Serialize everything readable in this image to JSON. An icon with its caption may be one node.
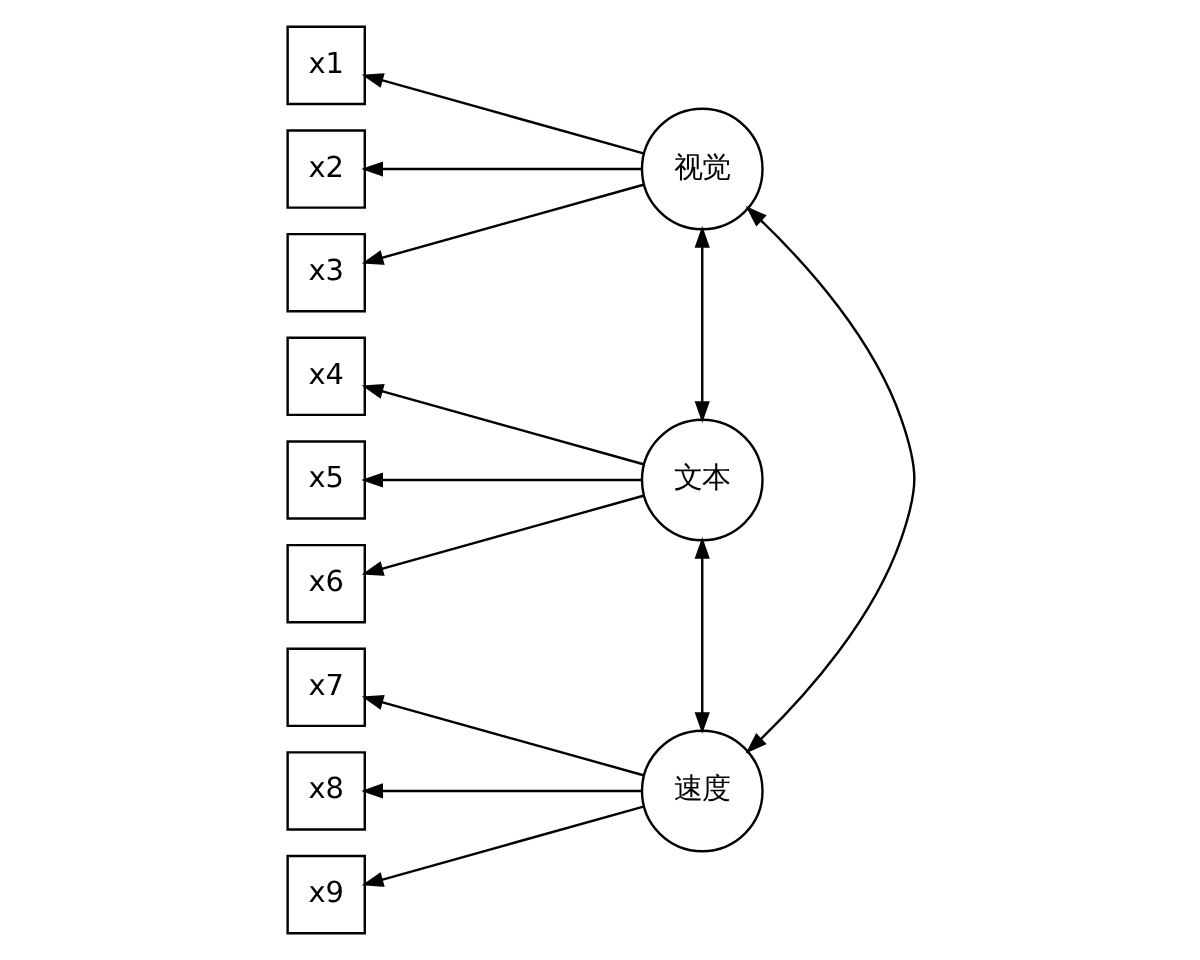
{
  "diagram": {
    "nodes": [
      {
        "text": [
          "x1"
        ]
      },
      {
        "text": [
          "x2"
        ]
      },
      {
        "text": [
          "x3"
        ]
      },
      {
        "text": [
          "x4"
        ]
      },
      {
        "text": [
          "x5"
        ]
      },
      {
        "text": [
          "x6"
        ]
      },
      {
        "text": [
          "x7"
        ]
      },
      {
        "text": [
          "x8"
        ]
      },
      {
        "text": [
          "x9"
        ]
      },
      {
        "text": [
          "视觉"
        ]
      },
      {
        "text": [
          "文本"
        ]
      },
      {
        "text": [
          "速度"
        ]
      }
    ],
    "edges": [
      {
        "from": 9,
        "to": 0,
        "arrow": "to"
      },
      {
        "from": 9,
        "to": 1,
        "arrow": "to"
      },
      {
        "from": 9,
        "to": 2,
        "arrow": "to"
      },
      {
        "from": 10,
        "to": 3,
        "arrow": "to"
      },
      {
        "from": 10,
        "to": 4,
        "arrow": "to"
      },
      {
        "from": 10,
        "to": 5,
        "arrow": "to"
      },
      {
        "from": 11,
        "to": 6,
        "arrow": "to"
      },
      {
        "from": 11,
        "to": 7,
        "arrow": "to"
      },
      {
        "from": 11,
        "to": 8,
        "arrow": "to"
      },
      {
        "from": 9,
        "to": 10,
        "arrow": "both"
      },
      {
        "from": 10,
        "to": 11,
        "arrow": "both"
      },
      {
        "from": 9,
        "to": 11,
        "arrow": "both"
      }
    ]
  }
}
